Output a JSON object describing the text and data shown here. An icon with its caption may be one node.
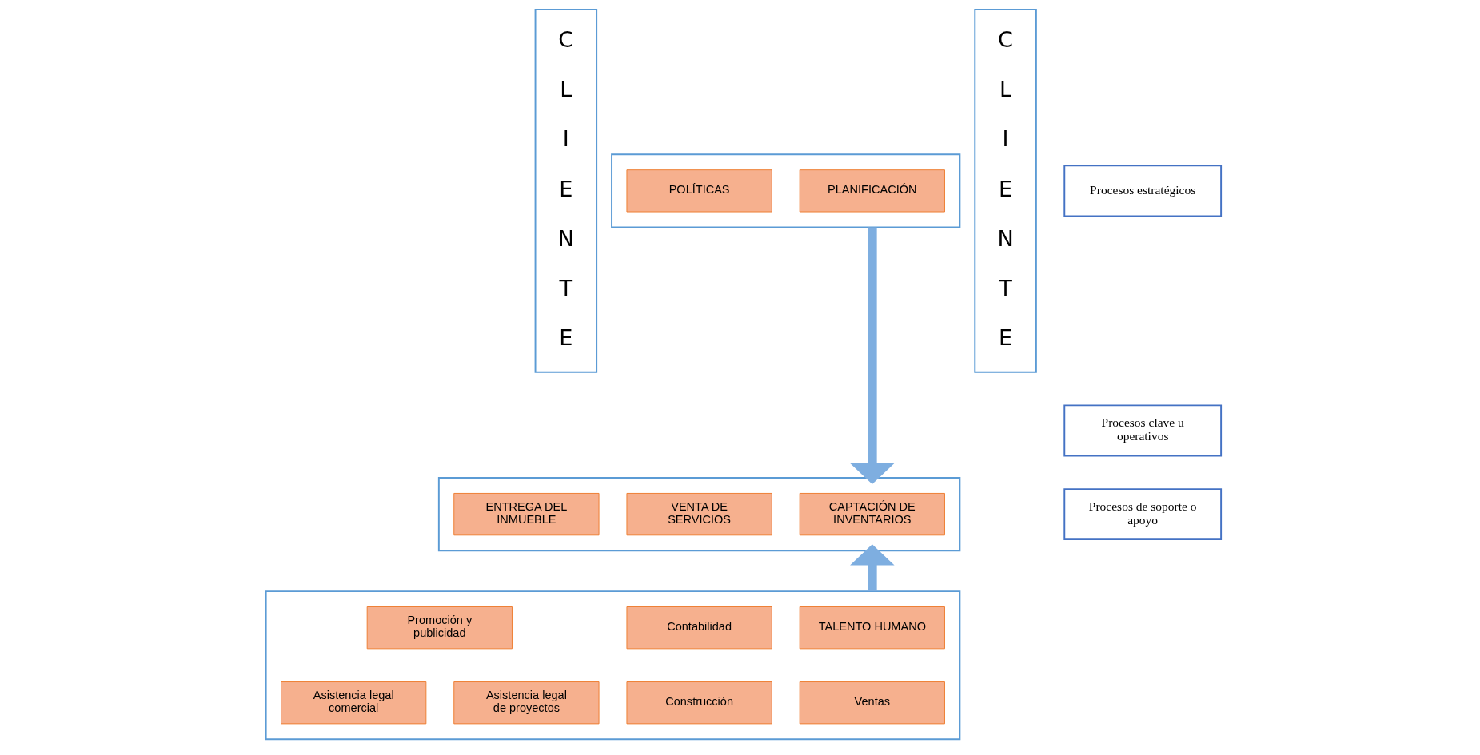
{
  "diagram": {
    "nodes": [
      {
        "text": [
          "C L I E N T E"
        ]
      },
      {
        "text": [],
        "shape": "box"
      },
      {
        "text": [
          "PLANIFICACIÓN"
        ],
        "in": 1
      },
      {
        "text": [
          "POLÍTICAS"
        ],
        "in": 1
      },
      {
        "text": [],
        "shape": "box"
      },
      {
        "text": [
          "CAPTACIÓN DE INVENTARIOS"
        ],
        "in": 4
      },
      {
        "text": [
          "VENTA DE SERVICIOS"
        ],
        "in": 4
      },
      {
        "text": [
          "ENTREGA DEL INMUEBLE"
        ],
        "in": 4
      },
      {
        "text": [],
        "shape": "box"
      },
      {
        "text": [
          "TALENTO HUMANO"
        ],
        "in": 8
      },
      {
        "text": [
          "Contabilidad"
        ],
        "in": 8
      },
      {
        "text": [
          "Promoción y publicidad"
        ],
        "in": 8
      },
      {
        "text": [
          "Ventas"
        ],
        "in": 8
      },
      {
        "text": [
          "Construcción"
        ],
        "in": 8
      },
      {
        "text": [
          "Asistencia legal comercial"
        ],
        "in": 8
      },
      {
        "text": [
          "Asistencia legal de proyectos"
        ],
        "in": 8
      },
      {
        "text": [
          "C L I E N T E"
        ]
      },
      {
        "text": [
          "Procesos estratégicos"
        ]
      },
      {
        "text": [
          "Procesos clave u operativos"
        ]
      },
      {
        "text": [
          "Procesos de soporte o apoyo"
        ]
      }
    ],
    "edges": [
      {
        "from": 1,
        "to": 4,
        "arrow": "to"
      },
      {
        "from": 8,
        "to": 4,
        "arrow": "to"
      }
    ]
  }
}
